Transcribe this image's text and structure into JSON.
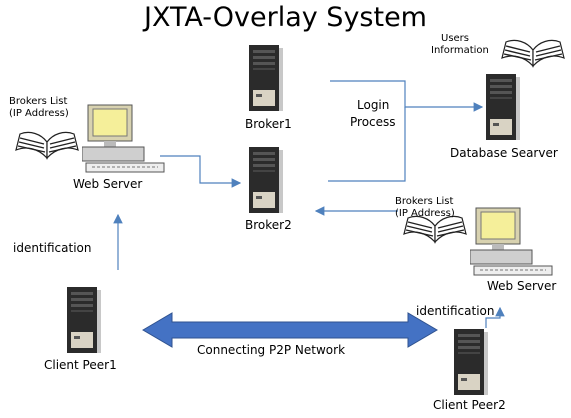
{
  "title": "JXTA-Overlay System",
  "nodes": {
    "broker1": {
      "label": "Broker1",
      "icon": "server-tower-icon"
    },
    "broker2": {
      "label": "Broker2",
      "icon": "server-tower-icon"
    },
    "database": {
      "label": "Database Searver",
      "icon": "server-tower-icon"
    },
    "web_server_left": {
      "label": "Web Server",
      "icon": "desktop-computer-icon"
    },
    "web_server_right": {
      "label": "Web Server",
      "icon": "desktop-computer-icon"
    },
    "client_peer1": {
      "label": "Client Peer1",
      "icon": "server-tower-icon"
    },
    "client_peer2": {
      "label": "Client Peer2",
      "icon": "server-tower-icon"
    }
  },
  "annotations": {
    "users_info_line1": "Users",
    "users_info_line2": "Information",
    "brokers_list_left_line1": "Brokers List",
    "brokers_list_left_line2": "(IP  Address)",
    "brokers_list_right_line1": "Brokers List",
    "brokers_list_right_line2": "(IP  Address)",
    "login_line1": "Login",
    "login_line2": "Process",
    "identification_left": "identification",
    "identification_right": "identification",
    "p2p": "Connecting P2P Network"
  },
  "colors": {
    "arrow": "#4f81bd",
    "p2p_arrow": "#4472c4",
    "server_dark": "#2b2b2b",
    "monitor": "#e8e2a8"
  }
}
